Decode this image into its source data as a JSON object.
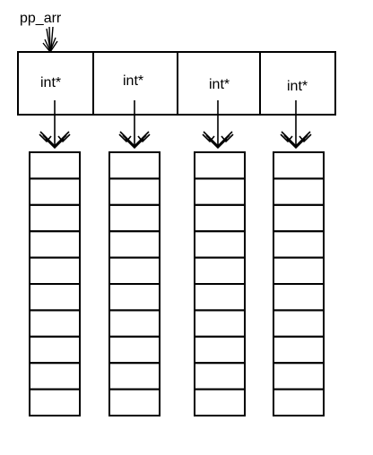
{
  "pointer_label": "pp_arr",
  "pointer_array": {
    "cells": [
      {
        "label": "int*"
      },
      {
        "label": "int*"
      },
      {
        "label": "int*"
      },
      {
        "label": "int*"
      }
    ]
  },
  "int_arrays": {
    "count": 4,
    "rows_each": 10
  },
  "colors": {
    "stroke": "#000000",
    "background": "#ffffff"
  }
}
